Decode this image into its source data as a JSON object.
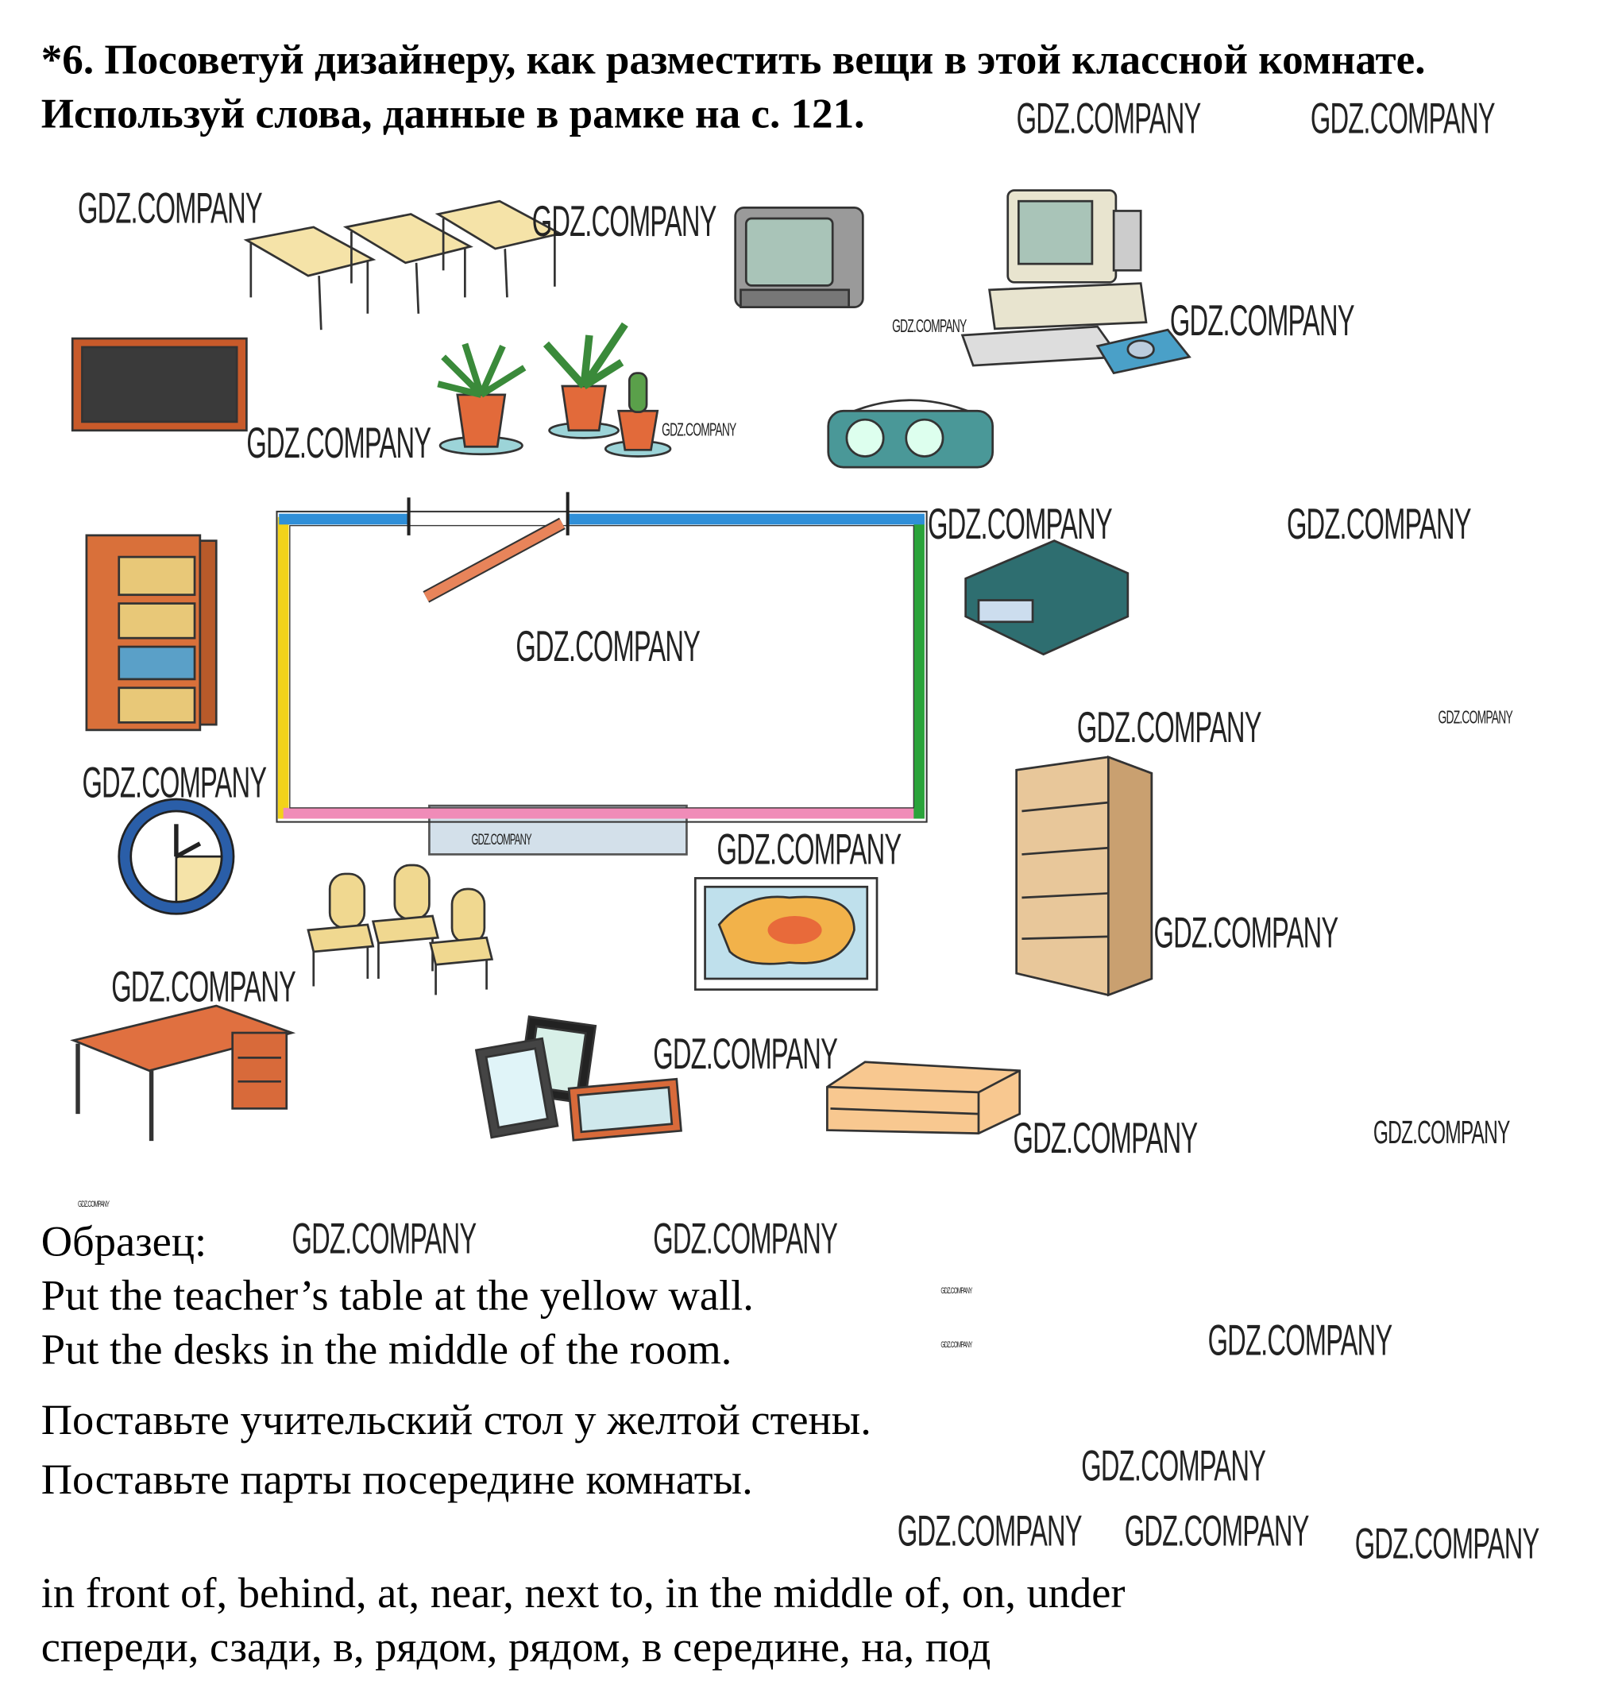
{
  "task": {
    "title_line1": "*6. Посоветуй дизайнеру, как разместить вещи в этой классной комнате.",
    "title_line2": "Используй слова, данные в рамке на с. 121."
  },
  "watermark": "GDZ.COMPANY",
  "illustration": {
    "items": [
      "desks-icon",
      "tv-icon",
      "computer-icon",
      "chalkboard-icon",
      "plants-icon",
      "boombox-icon",
      "bookcase-icon",
      "vcr-icon",
      "clock-icon",
      "chairs-icon",
      "map-icon",
      "shelves-icon",
      "teacher-desk-icon",
      "pictures-icon",
      "low-shelf-icon"
    ],
    "wall_colors": {
      "top": "#2f8fd8",
      "left": "#f2d21a",
      "right": "#2aa33a",
      "bottom": "#f08cb8",
      "door": "#e8845a",
      "window": "#d3e0ea"
    }
  },
  "example": {
    "label": "Образец:",
    "en_line1": "Put the teacher’s table at the yellow wall.",
    "en_line2": "Put the desks in the middle of the room.",
    "ru_line1": "Поставьте учительский стол у желтой стены.",
    "ru_line2": "Поставьте парты посередине комнаты."
  },
  "word_box": {
    "en": "in front of, behind, at, near, next to, in the middle of, on, under",
    "ru": "спереди, сзади, в, рядом, рядом, в середине, на, под"
  }
}
